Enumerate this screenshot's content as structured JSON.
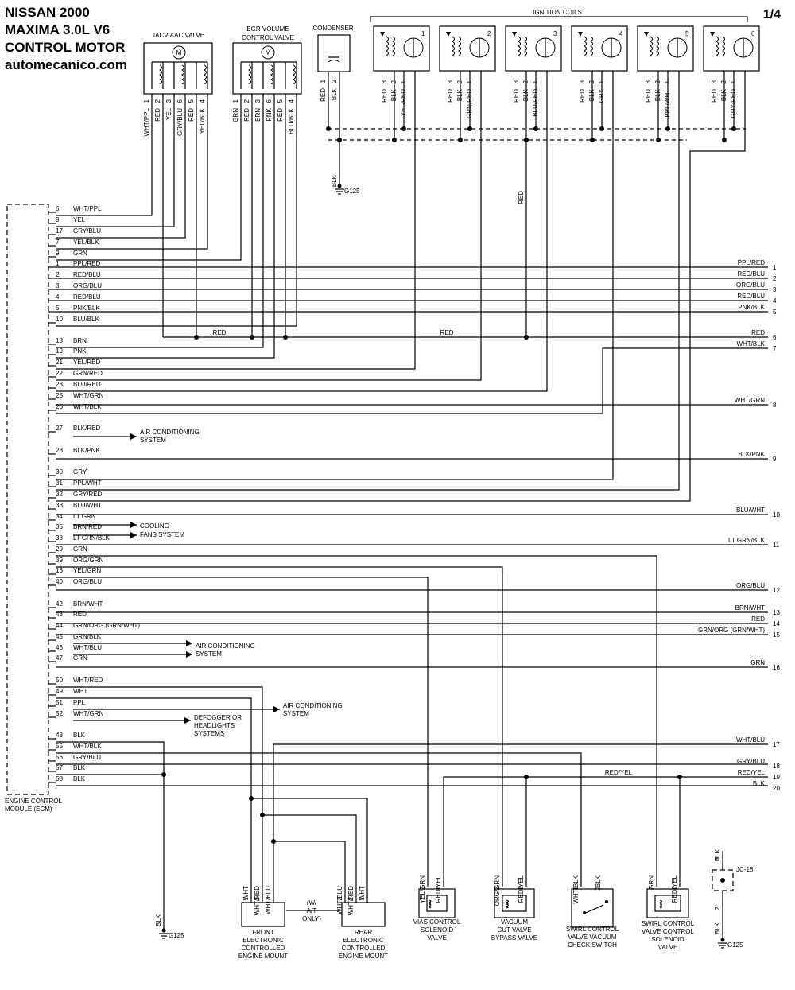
{
  "header": {
    "line1": "NISSAN 2000",
    "line2": "MAXIMA 3.0L V6",
    "line3": "CONTROL MOTOR",
    "site": "automecanico.com",
    "page": "1/4"
  },
  "components": {
    "iacv": "IACV-AAC VALVE",
    "egr1": "EGR VOLUME",
    "egr2": "CONTROL VALVE",
    "condenser": "CONDENSER",
    "ignition_coils": "IGNITION COILS",
    "motor_symbol": "M",
    "ecm1": "ENGINE CONTROL",
    "ecm2": "MODULE (ECM)",
    "g125": "G125",
    "jc18": "JC-18",
    "aw1": "(W/",
    "aw2": "A/T",
    "aw3": "ONLY)"
  },
  "iacv_pins": [
    {
      "wire": "WHT/PPL",
      "pin": "1"
    },
    {
      "wire": "RED",
      "pin": "2"
    },
    {
      "wire": "YEL",
      "pin": "3"
    },
    {
      "wire": "GRY/BLU",
      "pin": "6"
    },
    {
      "wire": "RED",
      "pin": "5"
    },
    {
      "wire": "YEL/BLK",
      "pin": "4"
    }
  ],
  "egr_pins": [
    {
      "wire": "GRN",
      "pin": "1"
    },
    {
      "wire": "RED",
      "pin": "2"
    },
    {
      "wire": "BRN",
      "pin": "3"
    },
    {
      "wire": "PNK",
      "pin": "6"
    },
    {
      "wire": "RED",
      "pin": "5"
    },
    {
      "wire": "BLU/BLK",
      "pin": "4"
    }
  ],
  "condenser_pins": [
    {
      "wire": "RED",
      "pin": "1"
    },
    {
      "wire": "BLK",
      "pin": "2"
    }
  ],
  "coils": [
    {
      "num": "1",
      "pins": [
        {
          "wire": "RED",
          "pin": "3"
        },
        {
          "wire": "BLK",
          "pin": "2"
        },
        {
          "wire": "YEL/RED",
          "pin": "1"
        }
      ]
    },
    {
      "num": "2",
      "pins": [
        {
          "wire": "RED",
          "pin": "3"
        },
        {
          "wire": "BLK",
          "pin": "2"
        },
        {
          "wire": "GRN/RED",
          "pin": "1"
        }
      ]
    },
    {
      "num": "3",
      "pins": [
        {
          "wire": "RED",
          "pin": "3"
        },
        {
          "wire": "BLK",
          "pin": "2"
        },
        {
          "wire": "BLU/RED",
          "pin": "1"
        }
      ]
    },
    {
      "num": "4",
      "pins": [
        {
          "wire": "RED",
          "pin": "3"
        },
        {
          "wire": "BLK",
          "pin": "2"
        },
        {
          "wire": "GRY",
          "pin": "1"
        }
      ]
    },
    {
      "num": "5",
      "pins": [
        {
          "wire": "RED",
          "pin": "3"
        },
        {
          "wire": "BLK",
          "pin": "2"
        },
        {
          "wire": "PPL/WHT",
          "pin": "1"
        }
      ]
    },
    {
      "num": "6",
      "pins": [
        {
          "wire": "RED",
          "pin": "3"
        },
        {
          "wire": "BLK",
          "pin": "2"
        },
        {
          "wire": "GRY/RED",
          "pin": "1"
        }
      ]
    }
  ],
  "vertical_labels": {
    "condenser_gnd": "BLK",
    "coil_red": "RED",
    "ecm_gnd": "BLK"
  },
  "ecm_rows": [
    {
      "pin": "6",
      "wire": "WHT/PPL"
    },
    {
      "pin": "8",
      "wire": "YEL"
    },
    {
      "pin": "17",
      "wire": "GRY/BLU"
    },
    {
      "pin": "7",
      "wire": "YEL/BLK"
    },
    {
      "pin": "9",
      "wire": "GRN"
    },
    {
      "pin": "1",
      "wire": "PPL/RED"
    },
    {
      "pin": "2",
      "wire": "RED/BLU"
    },
    {
      "pin": "3",
      "wire": "ORG/BLU"
    },
    {
      "pin": "4",
      "wire": "RED/BLU"
    },
    {
      "pin": "5",
      "wire": "PNK/BLK"
    },
    {
      "pin": "10",
      "wire": "BLU/BLK"
    },
    {
      "pin": "18",
      "wire": "BRN"
    },
    {
      "pin": "19",
      "wire": "PNK"
    },
    {
      "pin": "21",
      "wire": "YEL/RED"
    },
    {
      "pin": "22",
      "wire": "GRN/RED"
    },
    {
      "pin": "23",
      "wire": "BLU/RED"
    },
    {
      "pin": "25",
      "wire": "WHT/GRN"
    },
    {
      "pin": "26",
      "wire": "WHT/BLK"
    },
    {
      "pin": "27",
      "wire": "BLK/RED"
    },
    {
      "pin": "28",
      "wire": "BLK/PNK"
    },
    {
      "pin": "30",
      "wire": "GRY"
    },
    {
      "pin": "31",
      "wire": "PPL/WHT"
    },
    {
      "pin": "32",
      "wire": "GRY/RED"
    },
    {
      "pin": "33",
      "wire": "BLU/WHT"
    },
    {
      "pin": "34",
      "wire": "LT GRN"
    },
    {
      "pin": "35",
      "wire": "BRN/RED"
    },
    {
      "pin": "38",
      "wire": "LT GRN/BLK"
    },
    {
      "pin": "29",
      "wire": "GRN"
    },
    {
      "pin": "39",
      "wire": "ORG/GRN"
    },
    {
      "pin": "16",
      "wire": "YEL/GRN"
    },
    {
      "pin": "40",
      "wire": "ORG/BLU"
    },
    {
      "pin": "42",
      "wire": "BRN/WHT"
    },
    {
      "pin": "43",
      "wire": "RED"
    },
    {
      "pin": "44",
      "wire": "GRN/ORG (GRN/WHT)"
    },
    {
      "pin": "45",
      "wire": "GRN/BLK"
    },
    {
      "pin": "46",
      "wire": "WHT/BLU"
    },
    {
      "pin": "47",
      "wire": "GRN"
    },
    {
      "pin": "50",
      "wire": "WHT/RED"
    },
    {
      "pin": "49",
      "wire": "WHT"
    },
    {
      "pin": "51",
      "wire": "PPL"
    },
    {
      "pin": "52",
      "wire": "WHT/GRN"
    },
    {
      "pin": "48",
      "wire": "BLK"
    },
    {
      "pin": "55",
      "wire": "WHT/BLK"
    },
    {
      "pin": "56",
      "wire": "GRY/BLU"
    },
    {
      "pin": "57",
      "wire": "BLK"
    },
    {
      "pin": "58",
      "wire": "BLK"
    }
  ],
  "right_rows": [
    {
      "wire": "PPL/RED",
      "num": "1"
    },
    {
      "wire": "RED/BLU",
      "num": "2"
    },
    {
      "wire": "ORG/BLU",
      "num": "3"
    },
    {
      "wire": "RED/BLU",
      "num": "4"
    },
    {
      "wire": "PNK/BLK",
      "num": "5"
    },
    {
      "wire": "RED",
      "num": "6"
    },
    {
      "wire": "WHT/BLK",
      "num": "7"
    },
    {
      "wire": "WHT/GRN",
      "num": "8"
    },
    {
      "wire": "BLK/PNK",
      "num": "9"
    },
    {
      "wire": "BLU/WHT",
      "num": "10"
    },
    {
      "wire": "LT GRN/BLK",
      "num": "11"
    },
    {
      "wire": "ORG/BLU",
      "num": "12"
    },
    {
      "wire": "BRN/WHT",
      "num": "13"
    },
    {
      "wire": "RED",
      "num": "14"
    },
    {
      "wire": "GRN/ORG (GRN/WHT)",
      "num": "15"
    },
    {
      "wire": "GRN",
      "num": "16"
    },
    {
      "wire": "WHT/BLU",
      "num": "17"
    },
    {
      "wire": "GRY/BLU",
      "num": "18"
    },
    {
      "wire": "RED/YEL",
      "num": "19"
    },
    {
      "wire": "BLK",
      "num": "20"
    }
  ],
  "mid_labels": {
    "red_a": "RED",
    "red_b": "RED",
    "red_yel": "RED/YEL"
  },
  "destinations": [
    {
      "l1": "AIR CONDITIONING",
      "l2": "SYSTEM"
    },
    {
      "l1": "COOLING",
      "l2": "FANS SYSTEM"
    },
    {
      "l1": "AIR CONDITIONING",
      "l2": "SYSTEM"
    },
    {
      "l1": "AIR CONDITIONING",
      "l2": "SYSTEM"
    },
    {
      "l1": "DEFOGGER OR",
      "l2": "HEADLIGHTS",
      "l3": "SYSTEMS"
    }
  ],
  "bottom_components": [
    {
      "lines": [
        "FRONT",
        "ELECTRONIC",
        "CONTROLLED",
        "ENGINE MOUNT"
      ],
      "pins": [
        {
          "wire": "WHT",
          "pin": "1"
        },
        {
          "wire": "WHT/RED",
          "pin": "2"
        },
        {
          "wire": "WHT/BLU",
          "pin": "3"
        }
      ]
    },
    {
      "lines": [
        "REAR",
        "ELECTRONIC",
        "CONTROLLED",
        "ENGINE MOUNT"
      ],
      "pins": [
        {
          "wire": "WHT/BLU",
          "pin": "3"
        },
        {
          "wire": "WHT/RED",
          "pin": "2"
        },
        {
          "wire": "WHT",
          "pin": "1"
        }
      ]
    },
    {
      "lines": [
        "VIAS CONTROL",
        "SOLENOID",
        "VALVE"
      ],
      "pins": [
        {
          "wire": "YEL/GRN",
          "pin": "2"
        },
        {
          "wire": "RED/YEL",
          "pin": "1"
        }
      ]
    },
    {
      "lines": [
        "VACUUM",
        "CUT VALVE",
        "BYPASS VALVE"
      ],
      "pins": [
        {
          "wire": "ORG/GRN",
          "pin": "2"
        },
        {
          "wire": "RED/YEL",
          "pin": "1"
        }
      ]
    },
    {
      "lines": [
        "SWIRL CONTROL",
        "VALVE VACUUM",
        "CHECK SWITCH"
      ],
      "pins": [
        {
          "wire": "WHT/BLK",
          "pin": "1"
        },
        {
          "wire": "BLK",
          "pin": "2"
        }
      ]
    },
    {
      "lines": [
        "SWIRL CONTROL",
        "VALVE CONTROL",
        "SOLENOID",
        "VALVE"
      ],
      "pins": [
        {
          "wire": "GRN",
          "pin": "2"
        },
        {
          "wire": "RED/YEL",
          "pin": "1"
        }
      ]
    }
  ],
  "jc_pins": [
    {
      "wire": "BLK",
      "pin": "2"
    },
    {
      "wire": "BLK",
      "pin": "2"
    }
  ]
}
